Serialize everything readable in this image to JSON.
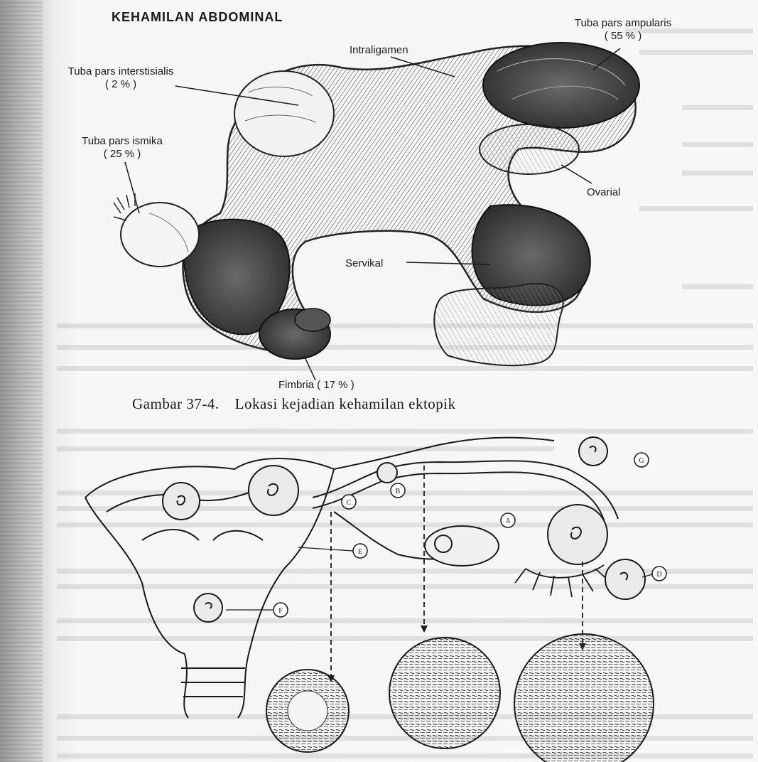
{
  "top_figure": {
    "title": "KEHAMILAN ABDOMINAL",
    "labels": {
      "ampularis_name": "Tuba pars ampularis",
      "ampularis_pct": "( 55 % )",
      "intraligamen": "Intraligamen",
      "interstisialis_name": "Tuba pars interstisialis",
      "interstisialis_pct": "( 2 % )",
      "ismika_name": "Tuba pars ismika",
      "ismika_pct": "( 25 % )",
      "ovarial": "Ovarial",
      "servikal": "Servikal",
      "fimbria": "Fimbria ( 17 % )"
    }
  },
  "caption": {
    "number": "Gambar 37-4.",
    "text": "Lokasi kejadian kehamilan ektopik"
  },
  "bottom_figure": {
    "site_markers": [
      "A",
      "B",
      "C",
      "D",
      "E",
      "F",
      "G"
    ]
  },
  "colors": {
    "ink": "#1a1a1a",
    "dark_shade": "#3a3a3a",
    "mid_shade": "#8a8a8a",
    "paper": "#f7f7f7"
  }
}
